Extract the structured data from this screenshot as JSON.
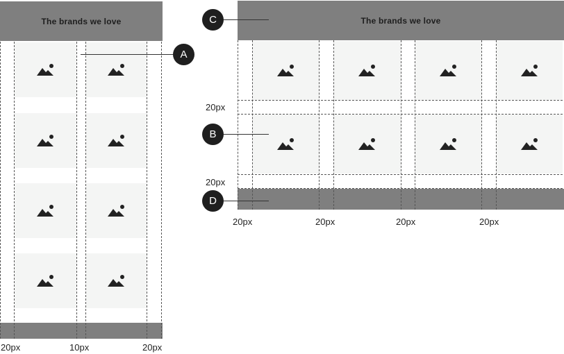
{
  "mobile": {
    "header_title": "The brands we love",
    "spacing_labels": [
      "20px",
      "10px",
      "20px"
    ]
  },
  "desktop": {
    "header_title": "The brands we love",
    "row_gap_labels": [
      "20px",
      "20px"
    ],
    "column_gap_labels": [
      "20px",
      "20px",
      "20px",
      "20px"
    ]
  },
  "callouts": {
    "a": "A",
    "b": "B",
    "c": "C",
    "d": "D"
  },
  "tile_icon": "image-placeholder-icon",
  "colors": {
    "header_bar": "#7f7f7f",
    "tile_bg": "#f4f5f4",
    "callout_bg": "#1f1f1f"
  }
}
